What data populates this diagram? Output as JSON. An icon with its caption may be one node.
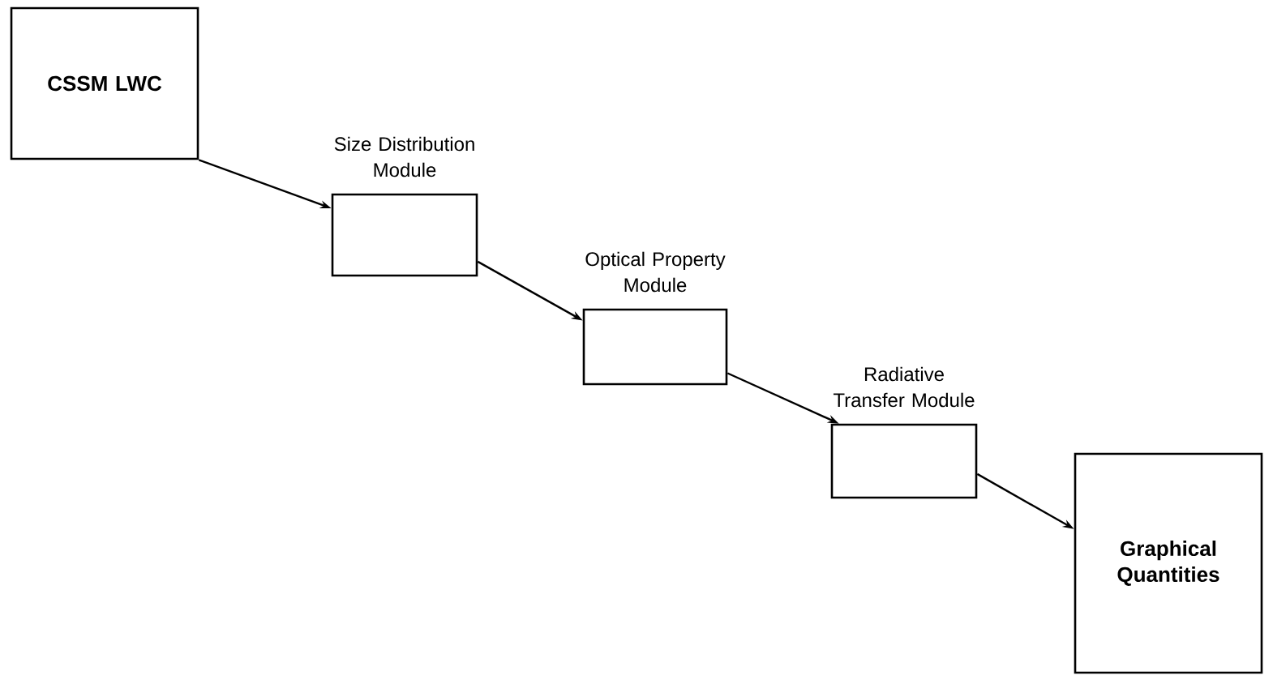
{
  "diagram": {
    "nodes": [
      {
        "text": [
          "CSSM LWC"
        ]
      },
      {
        "text": [
          "Size Distribution Module"
        ]
      },
      {
        "text": [
          "Optical Property Module"
        ]
      },
      {
        "text": [
          "Radiative Transfer Module"
        ]
      },
      {
        "text": [
          "Graphical Quantities"
        ]
      }
    ],
    "edges": [
      {
        "from": 0,
        "to": 1,
        "arrow": "to"
      },
      {
        "from": 1,
        "to": 2,
        "arrow": "to"
      },
      {
        "from": 2,
        "to": 3,
        "arrow": "to"
      },
      {
        "from": 3,
        "to": 4,
        "arrow": "to"
      }
    ]
  }
}
